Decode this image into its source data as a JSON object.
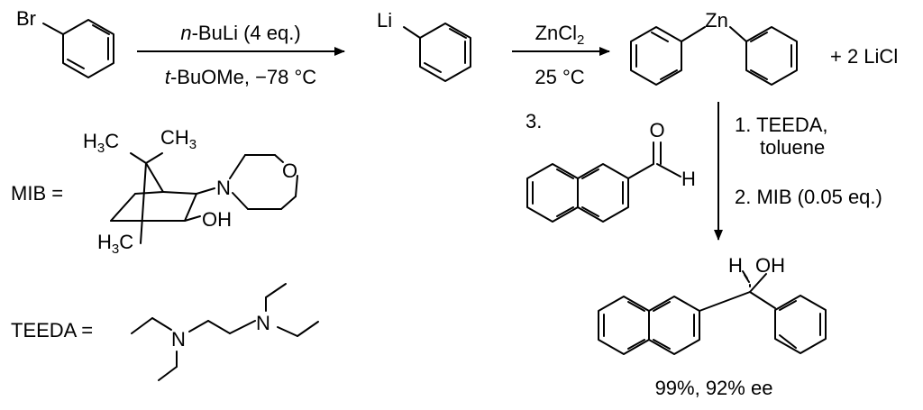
{
  "step1": {
    "start_substituent": "Br",
    "reagent_top_italic": "n",
    "reagent_top_rest": "-BuLi (4 eq.)",
    "reagent_bottom_italic": "t",
    "reagent_bottom_rest": "-BuOMe, −78 °C"
  },
  "intermediate": {
    "substituent": "Li"
  },
  "step2": {
    "reagent_top": "ZnCl",
    "reagent_top_sub": "2",
    "reagent_bottom": "25 °C"
  },
  "product1": {
    "metal": "Zn",
    "byproduct": "+ 2 LiCl"
  },
  "step3": {
    "number": "3.",
    "aldehyde_O": "O",
    "aldehyde_H": "H",
    "cond1_line1": "1. TEEDA,",
    "cond1_line2": "toluene",
    "cond2": "2. MIB (0.05 eq.)"
  },
  "final_product": {
    "H": "H",
    "OH": "OH",
    "yield": "99%, 92% ee"
  },
  "mib": {
    "label": "MIB =",
    "h3c_top_H": "H",
    "h3c_top_sub": "3",
    "h3c_top_C": "C",
    "ch3_top_C": "CH",
    "ch3_top_sub": "3",
    "N": "N",
    "O": "O",
    "OH": "OH",
    "h3c_bottom_H": "H",
    "h3c_bottom_sub": "3",
    "h3c_bottom_C": "C"
  },
  "teeda": {
    "label": "TEEDA =",
    "N_left": "N",
    "N_right": "N"
  }
}
